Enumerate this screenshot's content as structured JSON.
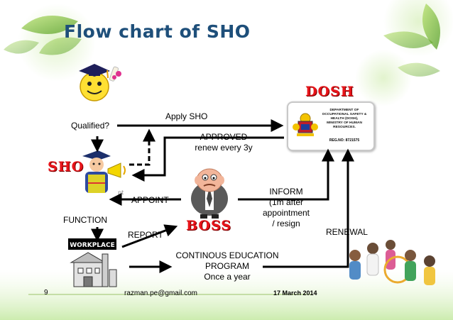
{
  "title": "Flow chart of SHO",
  "nodes": {
    "dosh": "DOSH",
    "sho": "SHO",
    "boss": "BOSS",
    "workplace": "WORKPLACE",
    "dosh_card": [
      "DEPARTMENT OF",
      "OCCUPATIONAL SAFETY &",
      "HEALTH (DOSH),",
      "MINISTRY OF HUMAN",
      "RESOURCES."
    ],
    "dosh_reg": "REG.NO: 8721575"
  },
  "labels": {
    "qualified": "Qualified?",
    "apply_sho": "Apply SHO",
    "approved_line1": "APPROVED",
    "approved_line2": "renew every 3y",
    "appoint": "APPOINT",
    "inform_line1": "INFORM",
    "inform_line2": "(1m after",
    "inform_line3": "appointment",
    "inform_line4": "/ resign",
    "function": "FUNCTION",
    "report": "REPORT",
    "renewal": "RENEWAL",
    "ced_line1": "CONTINOUS EDUCATION",
    "ced_line2": "PROGRAM",
    "ced_line3": "Once a year"
  },
  "footer": {
    "page_number": "9",
    "email": "razman.pe@gmail.com",
    "date": "17 March 2014"
  },
  "colors": {
    "title": "#1e4f7a",
    "brand_red": "#e8141a",
    "arrow": "#000000"
  }
}
